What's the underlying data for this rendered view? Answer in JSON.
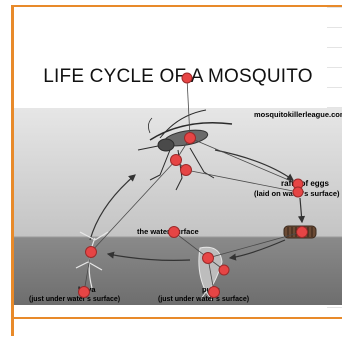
{
  "title": "LIFE CYCLE OF A MOSQUITO",
  "diagram": {
    "credit": "mosquitokillerleague.com",
    "labels": {
      "rafts_of_eggs": "rafts of eggs",
      "laid_on_water_surface": "(laid on water's surface)",
      "water_surface": "the water surface",
      "larva": "larva",
      "pupa": "pupa",
      "under_surface_left": "(just under water's surface)",
      "under_surface_right": "(just under water's surface)"
    }
  },
  "colors": {
    "frame": "#e88a2a",
    "sky": "#cfcfcf",
    "water": "#7d7d7d",
    "marker": "#e64545"
  }
}
